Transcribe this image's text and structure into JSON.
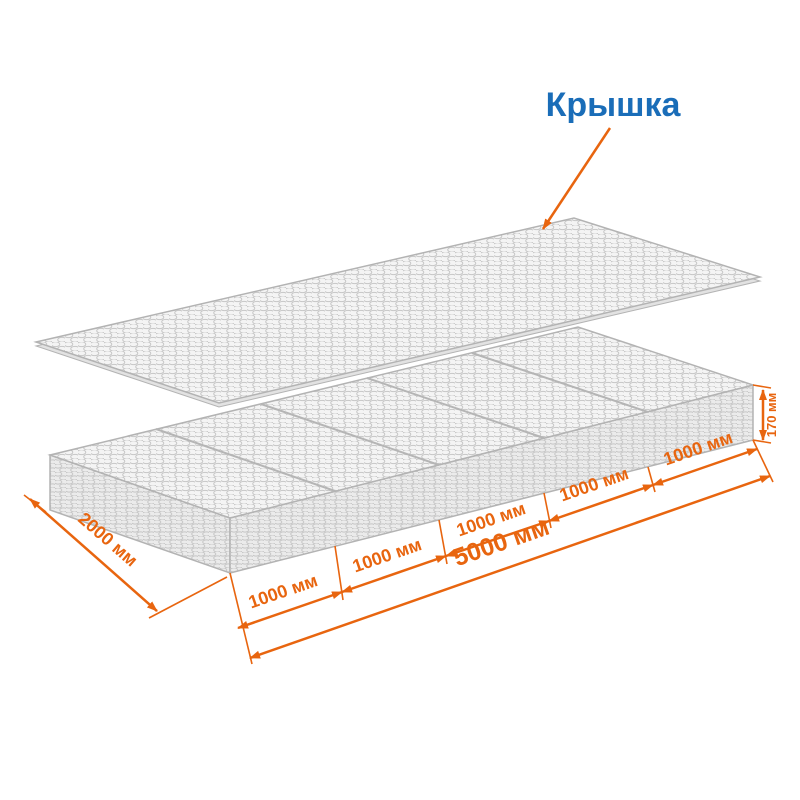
{
  "colors": {
    "dimension": "#e8650f",
    "label": "#1a6db8",
    "mesh": "#c6c6c6"
  },
  "labels": {
    "lid": "Крышка",
    "width": "2000 мм",
    "total_length": "5000 мм",
    "height": "170 мм",
    "segments": [
      "1000 мм",
      "1000 мм",
      "1000 мм",
      "1000 мм",
      "1000 мм"
    ]
  }
}
